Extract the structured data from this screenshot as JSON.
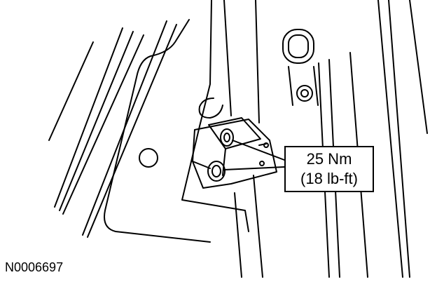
{
  "callout": {
    "torque_metric": "25 Nm",
    "torque_imperial": "(18 lb-ft)"
  },
  "figure_id": "N0006697",
  "colors": {
    "line": "#000000",
    "background": "#ffffff"
  }
}
